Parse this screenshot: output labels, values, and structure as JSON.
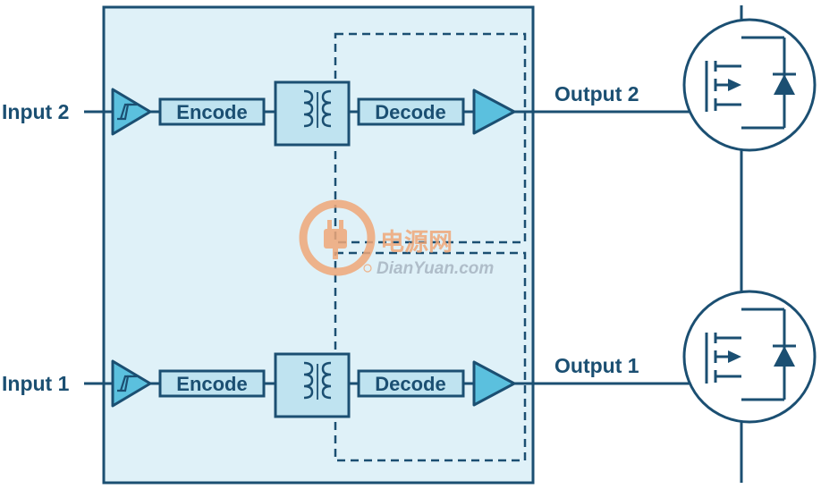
{
  "inputs": {
    "input2": "Input 2",
    "input1": "Input 1"
  },
  "outputs": {
    "output2": "Output 2",
    "output1": "Output 1"
  },
  "blocks": {
    "encode_top": "Encode",
    "decode_top": "Decode",
    "encode_bottom": "Encode",
    "decode_bottom": "Decode"
  },
  "watermark": {
    "cn": "电源网",
    "en": "DianYuan.com"
  },
  "colors": {
    "line": "#1b4f72",
    "panel_fill": "#dff1f8",
    "block_fill": "#bfe3f0",
    "triangle_fill": "#5bc0de",
    "watermark": "#f0a878"
  }
}
